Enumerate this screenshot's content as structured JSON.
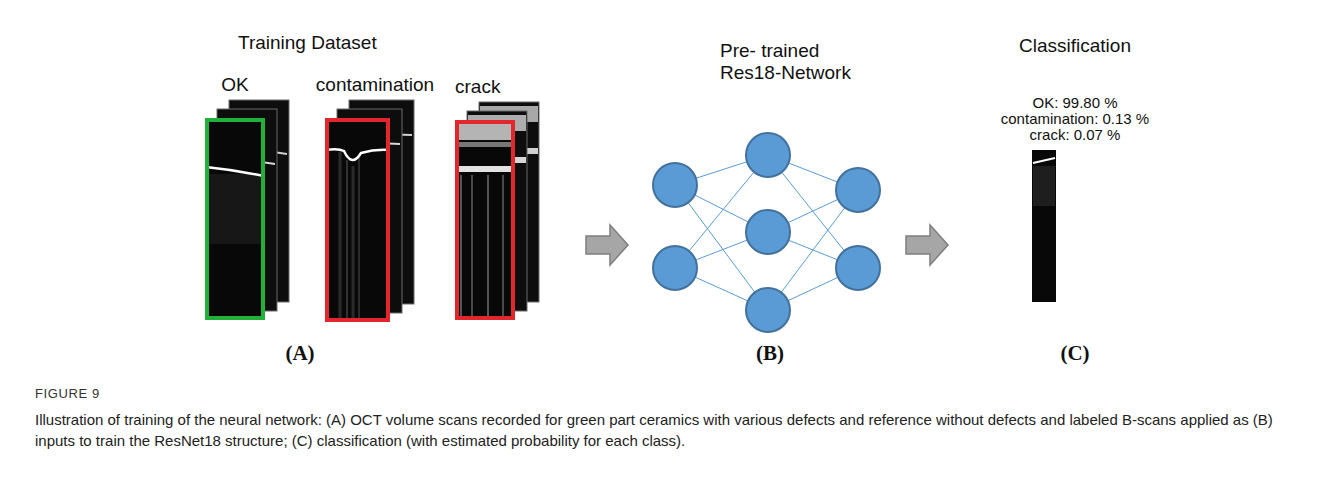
{
  "diagram": {
    "caption": "Illustration of training of the neural network: (A) OCT volume scans recorded for green part ceramics with various defects and reference without defects and labeled B-scans applied as (B) inputs to train the ResNet18 structure; (C) classification (with estimated probability for each class).",
    "nodes": [
      {
        "text": [
          "Training Dataset"
        ]
      },
      {
        "text": [
          "OK"
        ],
        "in": 0
      },
      {
        "text": [
          "contamination"
        ],
        "in": 0
      },
      {
        "text": [
          "crack"
        ],
        "in": 0
      },
      {
        "text": [
          "Pre- trained Res18-Network"
        ]
      },
      {
        "text": [
          "Classification",
          "OK: 99.80 %",
          "contamination: 0.13 %",
          "crack: 0.07 %"
        ]
      }
    ],
    "edges": [
      {
        "from": 0,
        "to": 4,
        "arrow": "to"
      },
      {
        "from": 4,
        "to": 5,
        "arrow": "to"
      }
    ],
    "labels": [
      "(A)",
      "(B)",
      "(C)",
      "FIGURE 9"
    ]
  }
}
